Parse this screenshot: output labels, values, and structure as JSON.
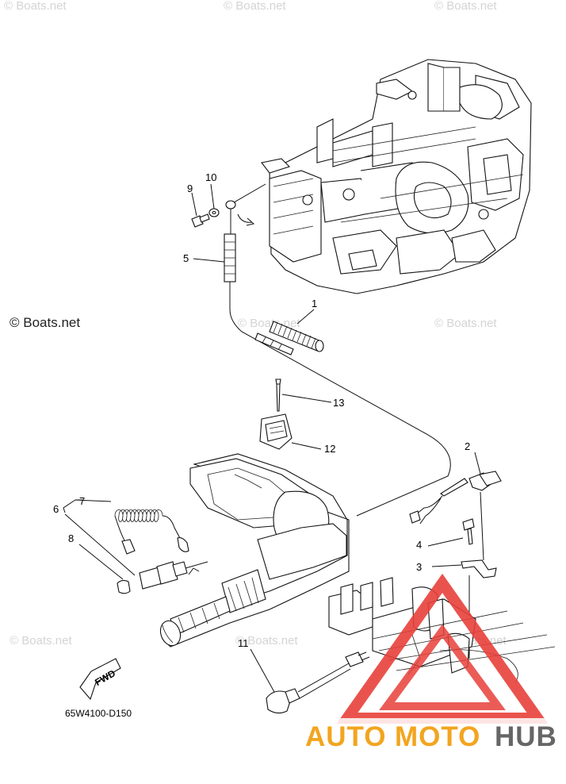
{
  "diagram": {
    "drawing_code": "65W4100-D150",
    "fwd_label": "FWD",
    "callouts": [
      {
        "id": "1",
        "label": "1"
      },
      {
        "id": "2",
        "label": "2"
      },
      {
        "id": "3",
        "label": "3"
      },
      {
        "id": "4",
        "label": "4"
      },
      {
        "id": "5",
        "label": "5"
      },
      {
        "id": "6",
        "label": "6"
      },
      {
        "id": "7",
        "label": "7"
      },
      {
        "id": "8",
        "label": "8"
      },
      {
        "id": "9",
        "label": "9"
      },
      {
        "id": "10",
        "label": "10"
      },
      {
        "id": "11",
        "label": "11"
      },
      {
        "id": "12",
        "label": "12"
      },
      {
        "id": "13",
        "label": "13"
      }
    ]
  },
  "watermarks": {
    "main": "© Boats.net",
    "faint": "© Boats.net"
  },
  "logo": {
    "part1": "AUTO",
    "part2": "MOTO",
    "part3": "HUB",
    "colors": {
      "triangle": "#e8403a",
      "auto": "#f2a51f",
      "hub": "#666666"
    }
  }
}
